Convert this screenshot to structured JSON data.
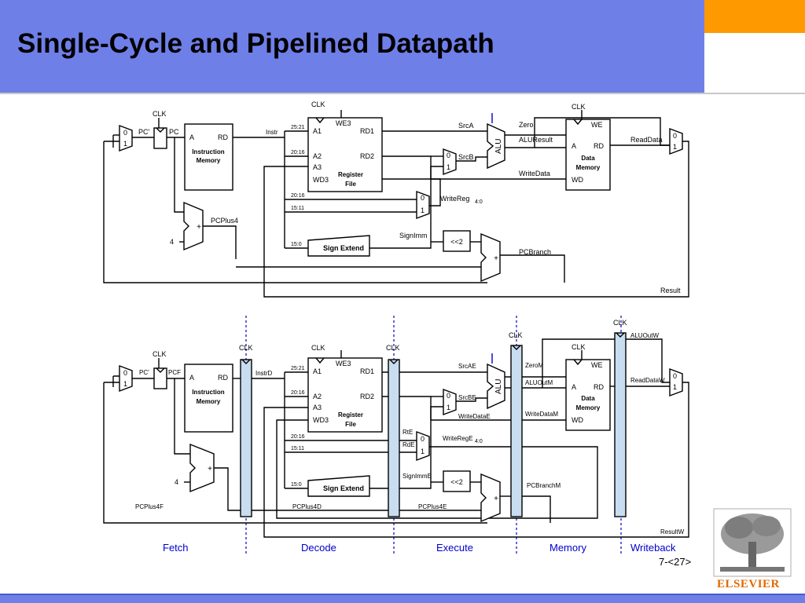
{
  "title": "Single-Cycle and Pipelined Datapath",
  "page_number": "7-<27>",
  "publisher": "ELSEVIER",
  "single_cycle": {
    "clk": "CLK",
    "mux_0": "0",
    "mux_1": "1",
    "pc_next": "PC'",
    "pc": "PC",
    "imem_a": "A",
    "imem_rd": "RD",
    "imem_name1": "Instruction",
    "imem_name2": "Memory",
    "instr": "Instr",
    "bits_25_21": "25:21",
    "bits_20_16": "20:16",
    "bits_15_11": "15:11",
    "bits_15_0": "15:0",
    "rf_we3": "WE3",
    "rf_a1": "A1",
    "rf_a2": "A2",
    "rf_a3": "A3",
    "rf_wd3": "WD3",
    "rf_rd1": "RD1",
    "rf_rd2": "RD2",
    "rf_name1": "Register",
    "rf_name2": "File",
    "srca": "SrcA",
    "srcb": "SrcB",
    "alu": "ALU",
    "zero": "Zero",
    "aluresult": "ALUResult",
    "writedata": "WriteData",
    "dmem_we": "WE",
    "dmem_a": "A",
    "dmem_rd": "RD",
    "dmem_wd": "WD",
    "dmem_name1": "Data",
    "dmem_name2": "Memory",
    "readdata": "ReadData",
    "writereg": "WriteReg",
    "writereg_sub": "4:0",
    "pcplus4": "PCPlus4",
    "four": "4",
    "plus": "+",
    "signimm": "SignImm",
    "shift": "<<2",
    "sign_extend": "Sign Extend",
    "pcbranch": "PCBranch",
    "result": "Result"
  },
  "pipelined": {
    "clk": "CLK",
    "pc_next": "PC'",
    "pcf": "PCF",
    "instrd": "InstrD",
    "srcae": "SrcAE",
    "srcbe": "SrcBE",
    "writedatae": "WriteDataE",
    "rte": "RtE",
    "rde": "RdE",
    "writerege": "WriteRegE",
    "writerege_sub": "4:0",
    "signimme": "SignImmE",
    "zerom": "ZeroM",
    "aluoutm": "ALUOutM",
    "writedatam": "WriteDataM",
    "pcbranchm": "PCBranchM",
    "aluoutw": "ALUOutW",
    "readdataw": "ReadDataW",
    "resultw": "ResultW",
    "pcplus4f": "PCPlus4F",
    "pcplus4d": "PCPlus4D",
    "pcplus4e": "PCPlus4E",
    "four": "4"
  },
  "stages": [
    "Fetch",
    "Decode",
    "Execute",
    "Memory",
    "Writeback"
  ],
  "colors": {
    "title_bar": "#6f7fe8",
    "accent": "#ff9900",
    "stage_text": "#0000cc",
    "pipeline_register": "#c8ddf0",
    "publisher": "#e06a00"
  }
}
